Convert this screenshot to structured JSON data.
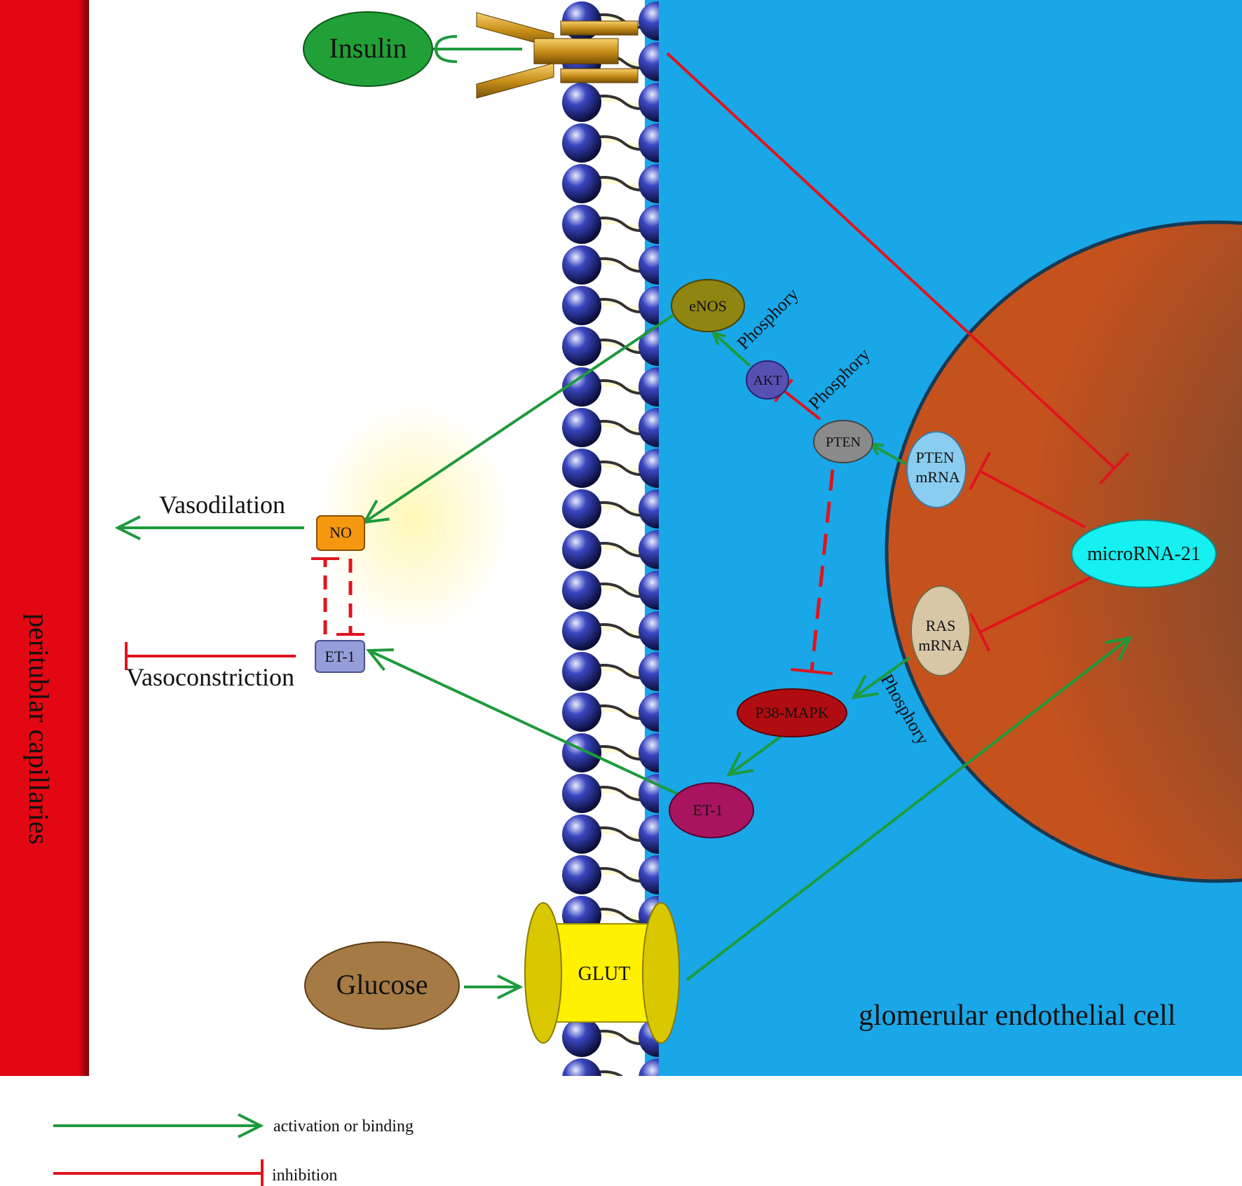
{
  "labels": {
    "insulin": "Insulin",
    "glucose": "Glucose",
    "glut": "GLUT",
    "enos": "eNOS",
    "akt": "AKT",
    "pten": "PTEN",
    "pten_mrna_l1": "PTEN",
    "pten_mrna_l2": "mRNA",
    "ras_mrna_l1": "RAS",
    "ras_mrna_l2": "mRNA",
    "mirna": "microRNA-21",
    "p38": "P38-MAPK",
    "et1_cell": "ET-1",
    "et1_box": "ET-1",
    "no_box": "NO",
    "vasodilation": "Vasodilation",
    "vasoconstriction": "Vasoconstriction",
    "capillaries": "peritublar capillaries",
    "cell": "glomerular endothelial cell",
    "phosphory_1": "Phosphory",
    "phosphory_2": "Phosphory",
    "phosphory_3": "Phosphory"
  },
  "legend": {
    "activation": "activation or binding",
    "inhibition": "inhibition"
  },
  "colors": {
    "activation": "#1e9a3c",
    "inhibition": "#e0141e",
    "capillary": "#e30613",
    "cell": "#19a7e8",
    "nucleus": "#c5521d",
    "membrane_head": "#1d2790"
  }
}
